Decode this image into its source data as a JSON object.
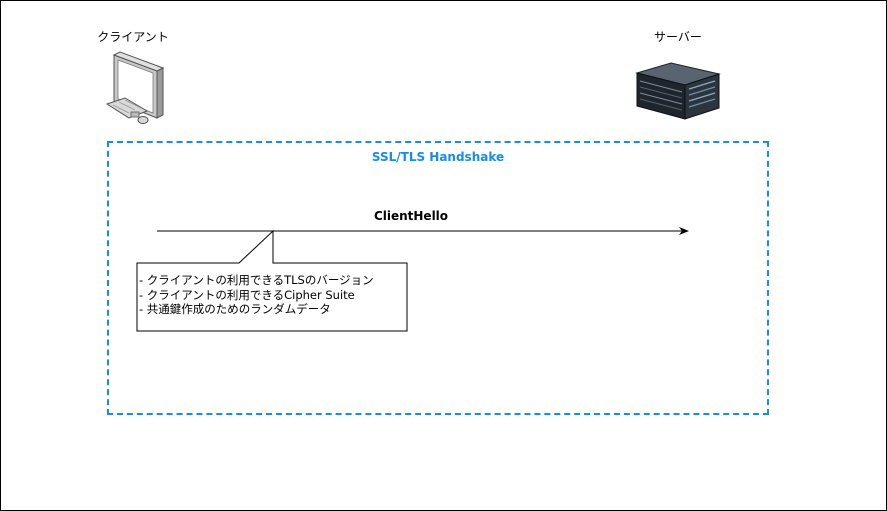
{
  "actors": {
    "client": {
      "label": "クライアント",
      "icon": "desktop-computer-icon"
    },
    "server": {
      "label": "サーバー",
      "icon": "rack-server-icon"
    }
  },
  "group": {
    "title": "SSL/TLS Handshake",
    "border_color": "#1a8ce8"
  },
  "message": {
    "label": "ClientHello",
    "direction": "client-to-server"
  },
  "note": {
    "lines": [
      "- クライアントの利用できるTLSのバージョン",
      "- クライアントの利用できるCipher Suite",
      "- 共通鍵作成のためのランダムデータ"
    ]
  }
}
